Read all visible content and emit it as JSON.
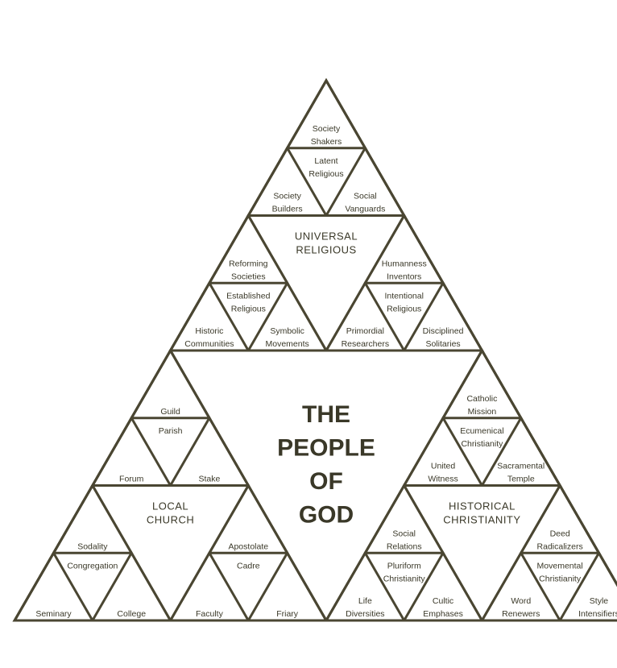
{
  "title": [
    "THE",
    "PEOPLE",
    "OF",
    "GOD"
  ],
  "line_color": "#4a4632",
  "groups": [
    {
      "label": [
        "UNIVERSAL",
        "RELIGIOUS"
      ],
      "corners": [
        {
          "top": [
            "Society",
            "Shakers"
          ],
          "center": [
            "Latent",
            "Religious"
          ],
          "left": [
            "Society",
            "Builders"
          ],
          "right": [
            "Social",
            "Vanguards"
          ]
        },
        {
          "top": [
            "Reforming",
            "Societies"
          ],
          "center": [
            "Established",
            "Religious"
          ],
          "left": [
            "Historic",
            "Communities"
          ],
          "right": [
            "Symbolic",
            "Movements"
          ]
        },
        {
          "top": [
            "Humanness",
            "Inventors"
          ],
          "center": [
            "Intentional",
            "Religious"
          ],
          "left": [
            "Primordial",
            "Researchers"
          ],
          "right": [
            "Disciplined",
            "Solitaries"
          ]
        }
      ]
    },
    {
      "label": [
        "LOCAL",
        "CHURCH"
      ],
      "corners": [
        {
          "top": [
            "Guild"
          ],
          "center": [
            "Parish"
          ],
          "left": [
            "Forum"
          ],
          "right": [
            "Stake"
          ]
        },
        {
          "top": [
            "Sodality"
          ],
          "center": [
            "Congregation"
          ],
          "left": [
            "Seminary"
          ],
          "right": [
            "College"
          ]
        },
        {
          "top": [
            "Apostolate"
          ],
          "center": [
            "Cadre"
          ],
          "left": [
            "Faculty"
          ],
          "right": [
            "Friary"
          ]
        }
      ]
    },
    {
      "label": [
        "HISTORICAL",
        "CHRISTIANITY"
      ],
      "corners": [
        {
          "top": [
            "Catholic",
            "Mission"
          ],
          "center": [
            "Ecumenical",
            "Christianity"
          ],
          "left": [
            "United",
            "Witness"
          ],
          "right": [
            "Sacramental",
            "Temple"
          ]
        },
        {
          "top": [
            "Social",
            "Relations"
          ],
          "center": [
            "Pluriform",
            "Christianity"
          ],
          "left": [
            "Life",
            "Diversities"
          ],
          "right": [
            "Cultic",
            "Emphases"
          ]
        },
        {
          "top": [
            "Deed",
            "Radicalizers"
          ],
          "center": [
            "Movemental",
            "Christianity"
          ],
          "left": [
            "Word",
            "Renewers"
          ],
          "right": [
            "Style",
            "Intensifiers"
          ]
        }
      ]
    }
  ]
}
